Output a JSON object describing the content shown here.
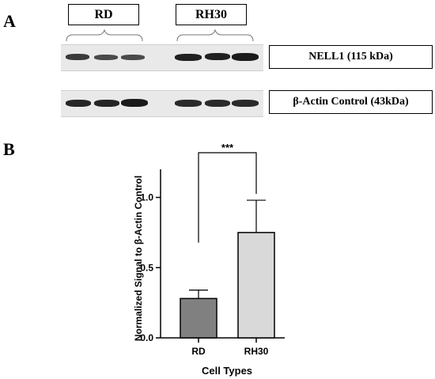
{
  "panelA": {
    "letter": "A",
    "groups": [
      "RD",
      "RH30"
    ],
    "blots": [
      {
        "label": "NELL1 (115 kDa)"
      },
      {
        "label": "β-Actin Control (43kDa)"
      }
    ]
  },
  "panelB": {
    "letter": "B"
  },
  "chart_data": {
    "type": "bar",
    "categories": [
      "RD",
      "RH30"
    ],
    "values": [
      0.28,
      0.75
    ],
    "error_upper": [
      0.34,
      0.98
    ],
    "bar_colors": [
      "#808080",
      "#d9d9d9"
    ],
    "ylabel": "Normalized Signal to β-Actin Control",
    "xlabel": "Cell Types",
    "ylim": [
      0,
      1.2
    ],
    "yticks": [
      "0.0",
      "0.5",
      "1.0"
    ],
    "significance": "***"
  }
}
